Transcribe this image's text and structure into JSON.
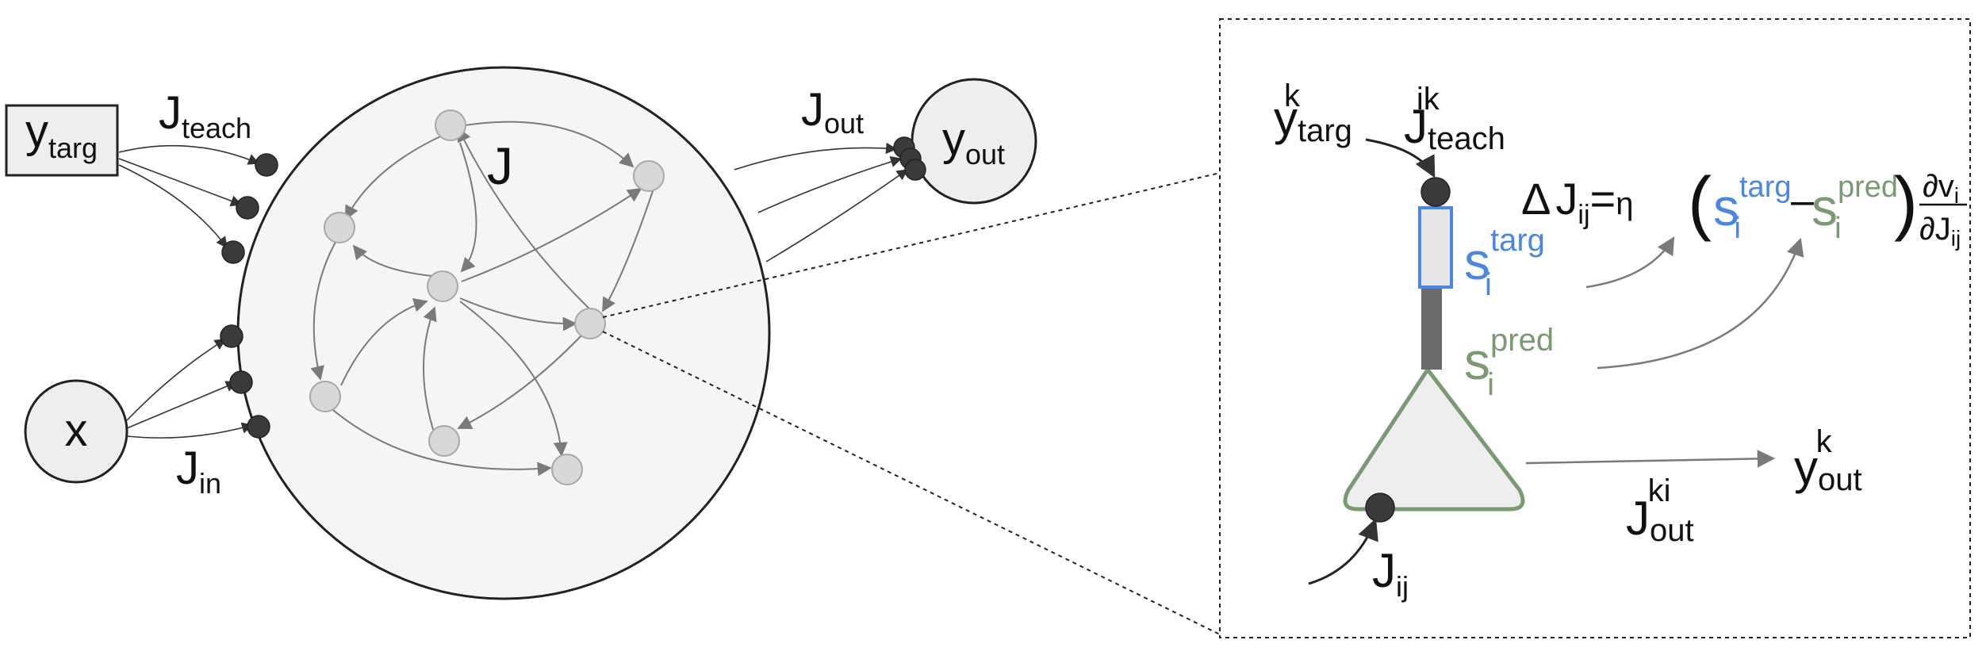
{
  "colors": {
    "node_fill": "#d8d8d8",
    "node_stroke": "#a8a8a8",
    "synapse": "#3a3a3a",
    "edge": "#7a7a7a",
    "dendrite": "#6a6a6a",
    "targ_blue": "#4a86e8",
    "pred_green": "#7a9a72",
    "box_fill": "#eeeeee",
    "circle_fill": "#f5f5f5"
  },
  "labels": {
    "y_targ": {
      "main": "y",
      "sub": "targ"
    },
    "x_input": {
      "main": "x"
    },
    "J_teach": {
      "main": "J",
      "sub": "teach"
    },
    "J_in": {
      "main": "J",
      "sub": "in"
    },
    "J_out": {
      "main": "J",
      "sub": "out"
    },
    "J_recurrent": {
      "main": "J"
    },
    "y_out": {
      "main": "y",
      "sub": "out"
    }
  },
  "inset": {
    "y_targ_k": {
      "main": "y",
      "sup": "k",
      "sub": "targ"
    },
    "J_teach_ik": {
      "main": "J",
      "sup": "ik",
      "sub": "teach"
    },
    "s_targ": {
      "main": "s",
      "sup": "targ",
      "sub": "i"
    },
    "s_pred": {
      "main": "s",
      "sup": "pred",
      "sub": "i"
    },
    "y_out_k": {
      "main": "y",
      "sup": "k",
      "sub": "out"
    },
    "J_out_ki": {
      "main": "J",
      "sup": "ki",
      "sub": "out"
    },
    "J_ij": {
      "main": "J",
      "sub": "ij"
    },
    "equation": {
      "delta": "Δ",
      "J": "J",
      "J_sub": "ij",
      "eq": "=",
      "eta": "η",
      "lparen": "(",
      "rparen": ")",
      "s_targ": "s",
      "s_targ_sup": "targ",
      "s_targ_sub": "i",
      "minus": "–",
      "s_pred": "s",
      "s_pred_sup": "pred",
      "s_pred_sub": "i",
      "num_partial": "∂v",
      "num_sub": "i",
      "den_partial": "∂J",
      "den_sub": "ij"
    }
  }
}
